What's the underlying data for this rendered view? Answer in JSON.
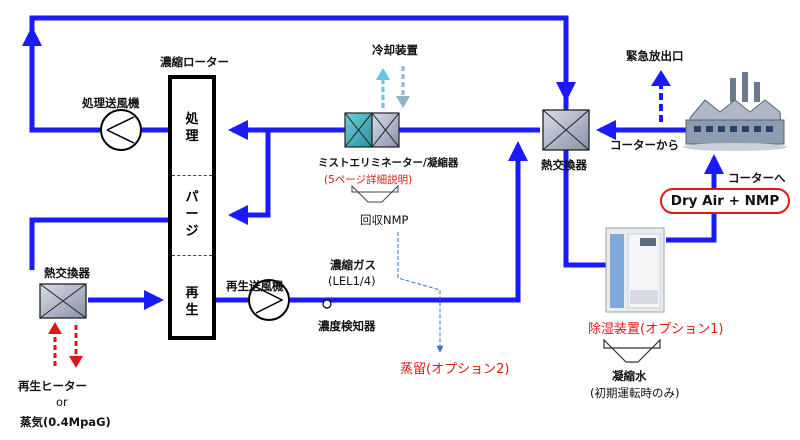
{
  "labels": {
    "rotor_title": "濃縮ローター",
    "cooling_unit": "冷却装置",
    "emergency_outlet": "緊急放出口",
    "process_fan": "処理送風機",
    "zone_process": "処\n理",
    "zone_purge": "パ\nー\nジ",
    "zone_regen": "再\n生",
    "mist_condenser": "ミストエリミネーター/凝縮器",
    "page_ref": "(5ページ詳細説明)",
    "recovered_nmp": "回収NMP",
    "heat_exchanger_right": "熱交換器",
    "from_coater": "コーターから",
    "to_coater": "コーターへ",
    "dry_air": "Dry Air + NMP",
    "heat_exchanger_left": "熱交換器",
    "regen_fan": "再生送風機",
    "conc_gas": "濃縮ガス",
    "lel": "(LEL1/4)",
    "conc_detector": "濃度検知器",
    "distillation": "蒸留(オプション2)",
    "dehumidifier": "除湿装置(オプション1)",
    "condensed_water": "凝縮水",
    "initial_only": "(初期運転時のみ)",
    "regen_heater": "再生ヒーター",
    "or": "or",
    "steam": "蒸気(0.4MpaG)"
  },
  "colors": {
    "duct": "#1a1aff",
    "cool_in": "#66c2e6",
    "cool_out": "#8fb3c7",
    "heat_red": "#e01818",
    "ref_red": "#e01818"
  }
}
